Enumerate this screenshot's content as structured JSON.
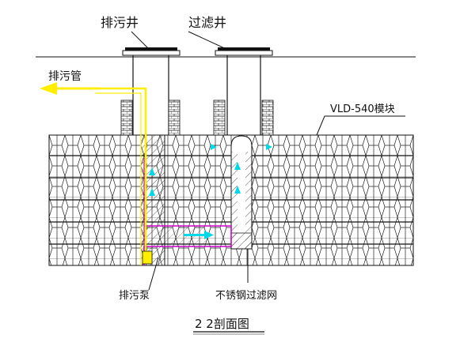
{
  "labels": {
    "sewage_well": "排污井",
    "filter_well": "过滤井",
    "sewage_pipe": "排污管",
    "module": "VLD-540模块",
    "sewage_pump": "排污泵",
    "filter_mesh": "不锈钢过滤网",
    "section_title": "2 2剖面图"
  },
  "colors": {
    "yellow": "#ffee00",
    "cyan": "#00d8e8",
    "magenta": "#cc00cc",
    "black": "#111111",
    "brick_red": "#aa2200"
  }
}
